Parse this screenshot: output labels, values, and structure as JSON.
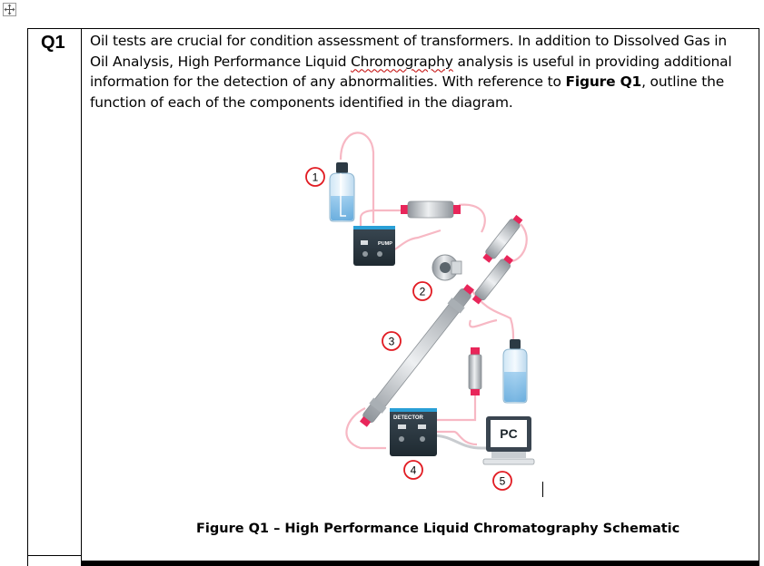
{
  "question": {
    "number": "Q1",
    "text_part1": "Oil tests are crucial for condition assessment of transformers. In addition to Dissolved Gas in Oil Analysis, High Performance Liquid ",
    "text_squiggle": "Chromography",
    "text_part2": " analysis is useful in providing additional information for the detection of any abnormalities. With reference to ",
    "text_bold": "Figure Q1",
    "text_part3": ", outline the function of each of the components identified in the diagram."
  },
  "diagram": {
    "pump_label": "PUMP",
    "detector_label": "DETECTOR",
    "pc_label": "PC",
    "markers": [
      "1",
      "2",
      "3",
      "4",
      "5"
    ],
    "colors": {
      "tubing": "#f7b8c4",
      "fitting": "#e8265a",
      "marker": "#e11b22",
      "box": "#2d3a44",
      "box_accent": "#2a9fd6"
    }
  },
  "caption": "Figure Q1 – High Performance Liquid Chromatography Schematic"
}
